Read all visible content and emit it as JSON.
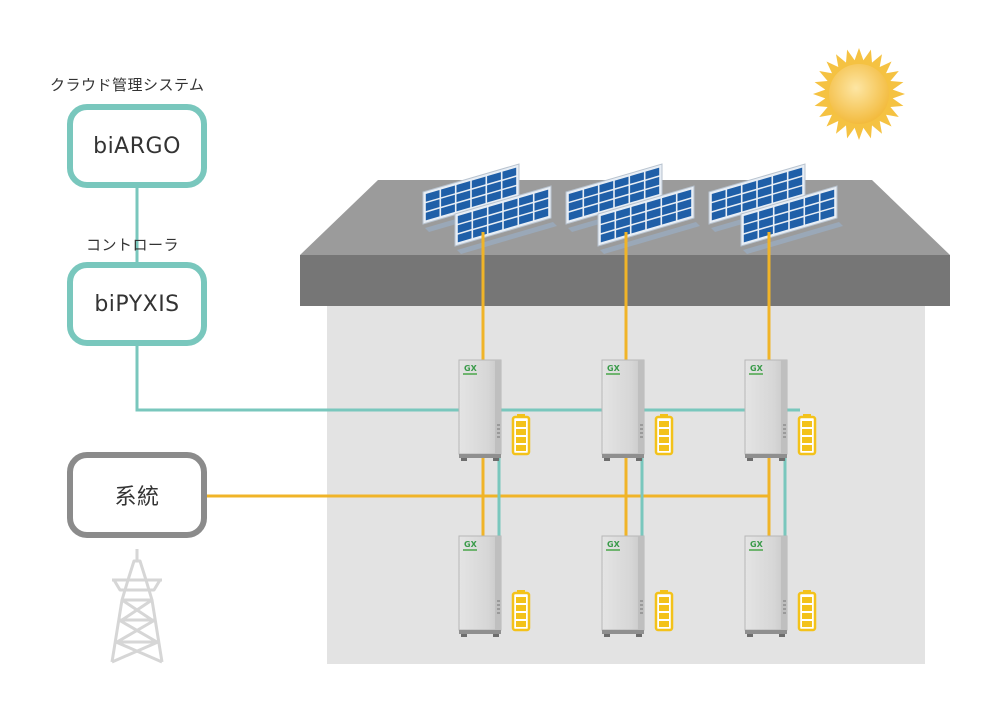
{
  "cloud": {
    "caption": "クラウド管理システム",
    "label": "biARGO"
  },
  "controller": {
    "caption": "コントローラ",
    "label": "biPYXIS"
  },
  "grid": {
    "label": "系統"
  },
  "unit_badge": "GX",
  "colors": {
    "comm_line": "#79c7bd",
    "power_line": "#f0b428",
    "grid_border": "#8b8b8b",
    "roof_top": "#999999",
    "roof_band": "#757575",
    "wall": "#e3e3e3",
    "panel": "#1f5fa8",
    "battery": "#f3c21a",
    "sun": "#f5c242",
    "tower": "#d8d8d8"
  },
  "icons": [
    "sun-icon",
    "solar-panel-icon",
    "storage-unit-icon",
    "battery-icon",
    "transmission-tower-icon"
  ]
}
